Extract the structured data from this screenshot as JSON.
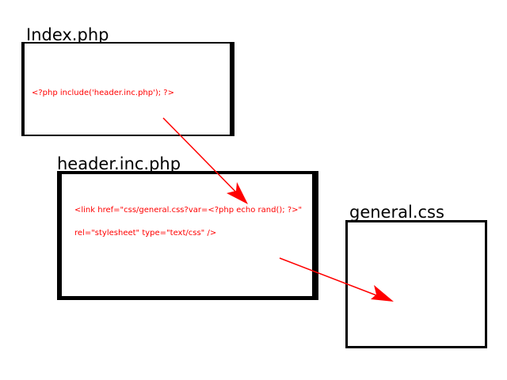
{
  "files": {
    "index": {
      "name": "Index.php",
      "code": "<?php include('header.inc.php'); ?>"
    },
    "header": {
      "name": "header.inc.php",
      "code_line1": "<link href=\"css/general.css?var=<?php echo rand(); ?>\"",
      "code_line2": "rel=\"stylesheet\" type=\"text/css\" />"
    },
    "css": {
      "name": "general.css"
    }
  },
  "colors": {
    "border": "#000000",
    "code": "#ff0000",
    "arrow": "#ff0000"
  }
}
